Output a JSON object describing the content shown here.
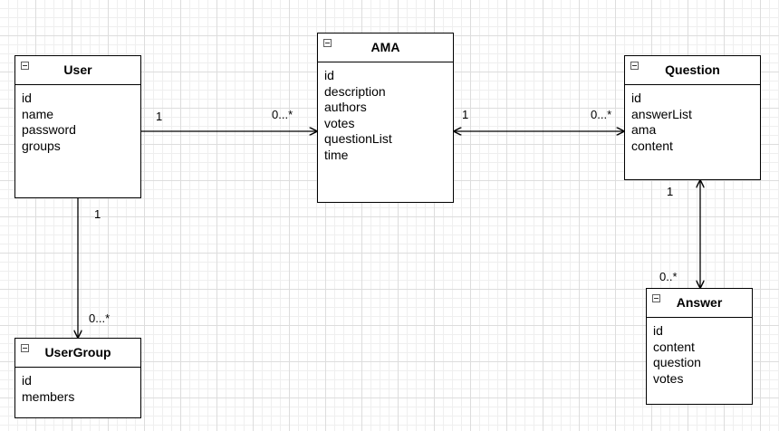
{
  "colors": {
    "stroke": "#000000",
    "background": "#ffffff",
    "grid_major": "#dddddd",
    "grid_minor": "#efefef"
  },
  "classes": {
    "user": {
      "name": "User",
      "attributes": [
        "id",
        "name",
        "password",
        "groups"
      ]
    },
    "ama": {
      "name": "AMA",
      "attributes": [
        "id",
        "description",
        "authors",
        "votes",
        "questionList",
        "time"
      ]
    },
    "question": {
      "name": "Question",
      "attributes": [
        "id",
        "answerList",
        "ama",
        "content"
      ]
    },
    "answer": {
      "name": "Answer",
      "attributes": [
        "id",
        "content",
        "question",
        "votes"
      ]
    },
    "usergroup": {
      "name": "UserGroup",
      "attributes": [
        "id",
        "members"
      ]
    }
  },
  "associations": {
    "user_ama": {
      "source_multiplicity": "1",
      "target_multiplicity": "0...*",
      "navigability": "directed"
    },
    "ama_question": {
      "source_multiplicity": "1",
      "target_multiplicity": "0...*",
      "navigability": "bidirectional"
    },
    "question_answer": {
      "source_multiplicity": "1",
      "target_multiplicity": "0..*",
      "navigability": "bidirectional"
    },
    "user_usergroup": {
      "source_multiplicity": "1",
      "target_multiplicity": "0...*",
      "navigability": "directed"
    }
  }
}
